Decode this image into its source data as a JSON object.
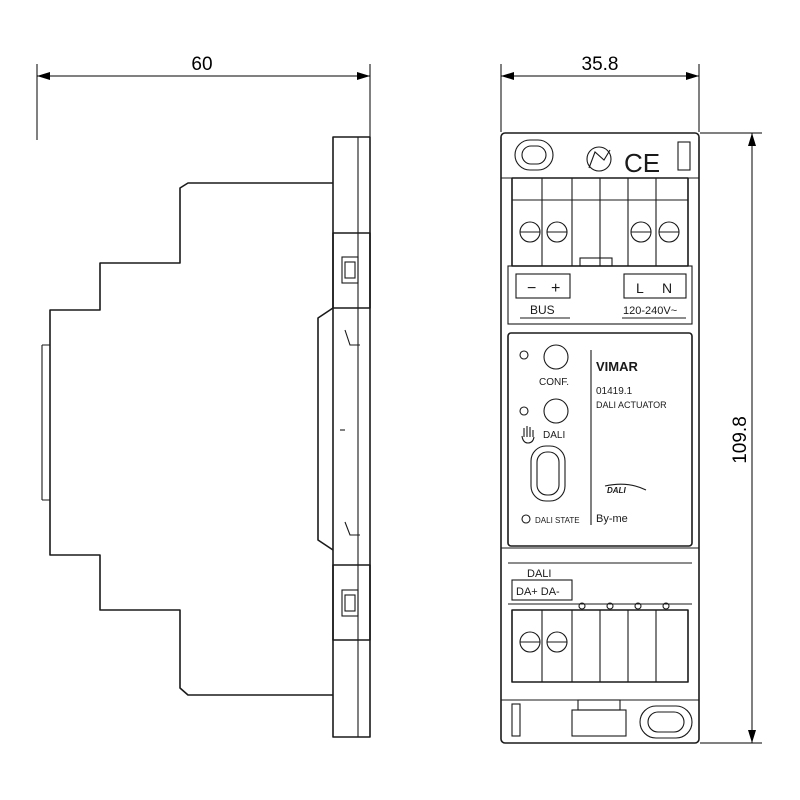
{
  "dimensions": {
    "depth": "60",
    "width": "35.8",
    "height": "109.8"
  },
  "front_labels": {
    "bus_minus": "−",
    "bus_plus": "+",
    "bus": "BUS",
    "line_l": "L",
    "line_n": "N",
    "voltage": "120-240V~",
    "brand": "VIMAR",
    "model": "01419.1",
    "product": "DALI ACTUATOR",
    "conf_button": "CONF.",
    "dali_button": "DALI",
    "dali_state": "DALI STATE",
    "dali_logo": "DALI",
    "byme": "By-me",
    "dali_terminal_title": "DALI",
    "dali_terminals": "DA+ DA-",
    "ce_mark": "CE"
  },
  "icons": [
    "hand-icon",
    "approval-mark-icon",
    "ce-mark-icon",
    "din-clip-icon"
  ]
}
